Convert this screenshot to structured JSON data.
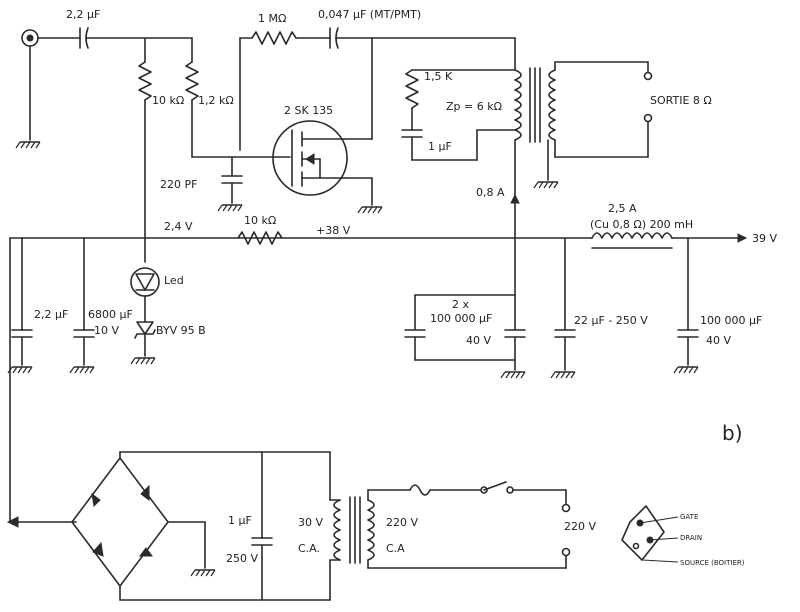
{
  "labels": {
    "c_in": "2,2 µF",
    "r_gate_bias": "10 kΩ",
    "r_source": "1,2 kΩ",
    "r_feedback": "1 MΩ",
    "c_feedback": "0,047 µF (MT/PMT)",
    "fet": "2 SK 135",
    "c_gate": "220 PF",
    "r_snub": "1,5 K",
    "c_snub": "1 µF",
    "zp": "Zp = 6 kΩ",
    "sortie": "SORTIE 8 Ω",
    "current_08": "0,8 A",
    "current_25": "2,5 A",
    "choke": "(Cu 0,8 Ω) 200 mH",
    "v_out": "39 V",
    "v_24": "2,4 V",
    "r_drop": "10 kΩ",
    "v_38": "+38 V",
    "led": "Led",
    "c_small": "2,2 µF",
    "c_6800": "6800 µF",
    "v_10": "10 V",
    "zener": "BYV 95 B",
    "c_dual_a": "2 x",
    "c_dual_b": "100 000 µF",
    "v_40a": "40 V",
    "c_22": "22 µF - 250 V",
    "c_big": "100 000 µF",
    "v_40b": "40 V",
    "panel": "b)",
    "c_ps": "1 µF",
    "v_250": "250 V",
    "v_30": "30 V",
    "ca_a": "C.A.",
    "v_220": "220 V",
    "ca_b": "C.A",
    "mains": "220 V",
    "gate": "GATE",
    "drain": "DRAIN",
    "source": "SOURCE (BOITIER)"
  }
}
